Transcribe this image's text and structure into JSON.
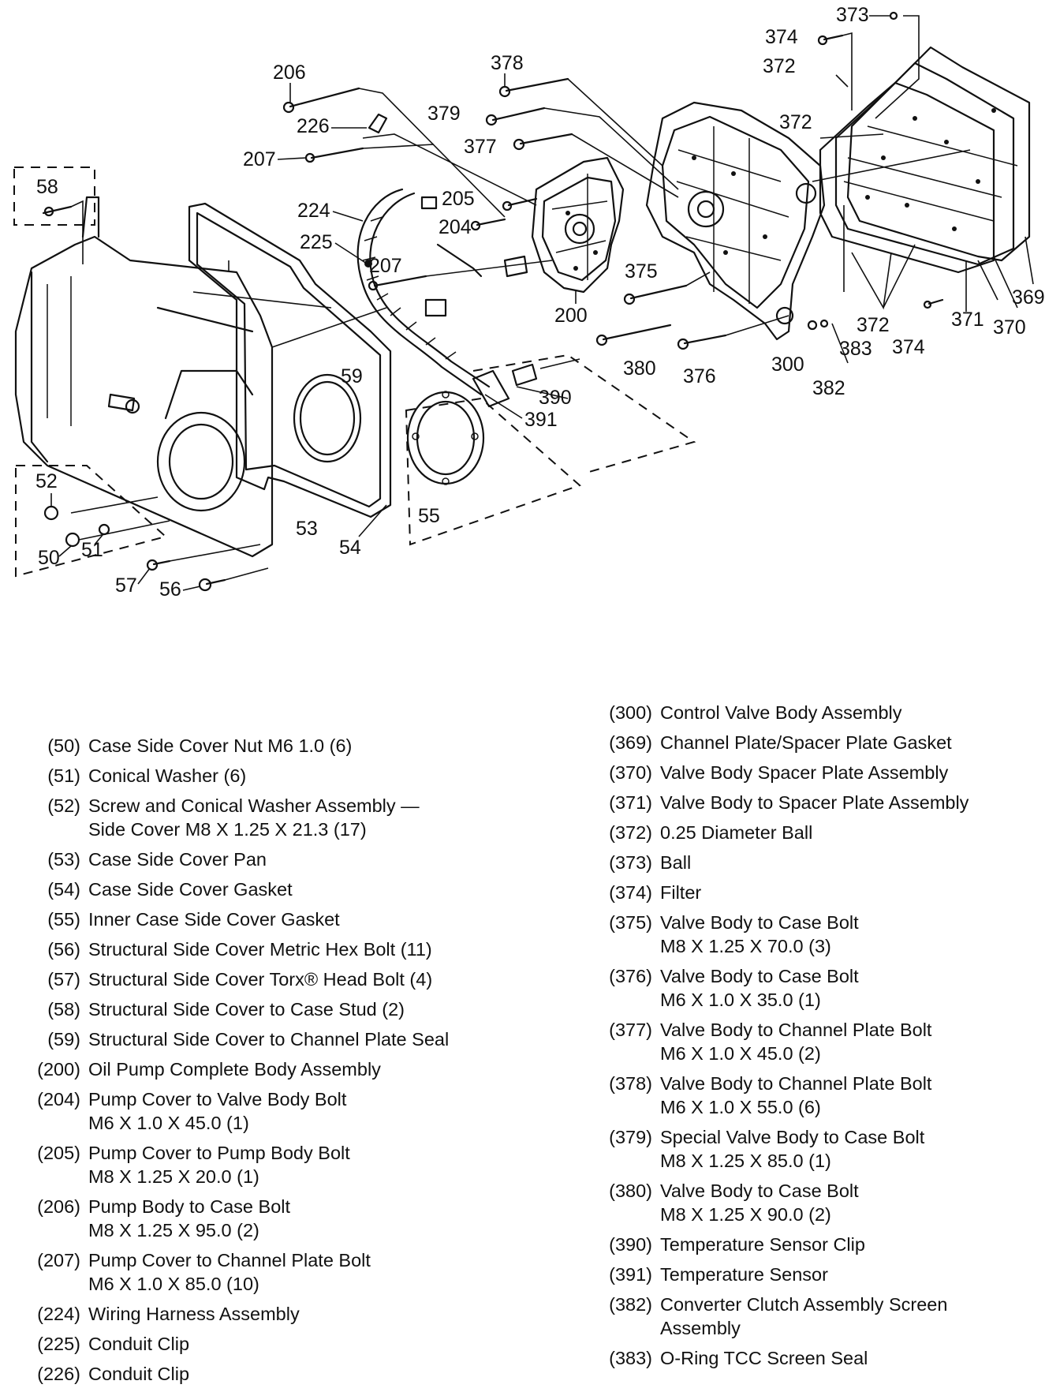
{
  "callouts": {
    "c373": "373",
    "c374": "374",
    "c372a": "372",
    "c206": "206",
    "c378": "378",
    "c379": "379",
    "c226": "226",
    "c377": "377",
    "c372b": "372",
    "c207a": "207",
    "c58": "58",
    "c205": "205",
    "c224": "224",
    "c204": "204",
    "c225": "225",
    "c207b": "207",
    "c375": "375",
    "c369": "369",
    "c200": "200",
    "c372c": "372",
    "c371": "371",
    "c370": "370",
    "c383": "383",
    "c374b": "374",
    "c380": "380",
    "c376": "376",
    "c300": "300",
    "c382": "382",
    "c59": "59",
    "c390": "390",
    "c391": "391",
    "c52": "52",
    "c55": "55",
    "c53": "53",
    "c50": "50",
    "c51": "51",
    "c54": "54",
    "c57": "57",
    "c56": "56"
  },
  "legend_left": [
    {
      "num": "(50)",
      "text": "Case Side Cover Nut M6 1.0 (6)"
    },
    {
      "num": "(51)",
      "text": "Conical Washer (6)"
    },
    {
      "num": "(52)",
      "text": "Screw and Conical Washer Assembly —\nSide Cover M8 X 1.25 X 21.3 (17)"
    },
    {
      "num": "(53)",
      "text": "Case Side Cover Pan"
    },
    {
      "num": "(54)",
      "text": "Case Side Cover Gasket"
    },
    {
      "num": "(55)",
      "text": "Inner Case Side Cover Gasket"
    },
    {
      "num": "(56)",
      "text": "Structural Side Cover Metric Hex Bolt (11)"
    },
    {
      "num": "(57)",
      "text": "Structural Side Cover Torx® Head Bolt (4)"
    },
    {
      "num": "(58)",
      "text": "Structural Side Cover to Case Stud (2)"
    },
    {
      "num": "(59)",
      "text": "Structural Side Cover to Channel Plate Seal"
    },
    {
      "num": "(200)",
      "text": "Oil Pump Complete Body Assembly"
    },
    {
      "num": "(204)",
      "text": "Pump Cover to Valve Body Bolt\nM6 X 1.0 X 45.0 (1)"
    },
    {
      "num": "(205)",
      "text": "Pump Cover to Pump Body Bolt\nM8 X 1.25 X 20.0 (1)"
    },
    {
      "num": "(206)",
      "text": "Pump Body to Case Bolt\nM8 X 1.25 X 95.0 (2)"
    },
    {
      "num": "(207)",
      "text": "Pump Cover to Channel Plate Bolt\nM6 X 1.0 X 85.0 (10)"
    },
    {
      "num": "(224)",
      "text": "Wiring Harness Assembly"
    },
    {
      "num": "(225)",
      "text": "Conduit Clip"
    },
    {
      "num": "(226)",
      "text": "Conduit Clip"
    }
  ],
  "legend_right": [
    {
      "num": "(300)",
      "text": "Control Valve Body Assembly"
    },
    {
      "num": "(369)",
      "text": "Channel Plate/Spacer Plate Gasket"
    },
    {
      "num": "(370)",
      "text": "Valve Body Spacer Plate Assembly"
    },
    {
      "num": "(371)",
      "text": "Valve Body to Spacer Plate Assembly"
    },
    {
      "num": "(372)",
      "text": "0.25 Diameter Ball"
    },
    {
      "num": "(373)",
      "text": "Ball"
    },
    {
      "num": "(374)",
      "text": "Filter"
    },
    {
      "num": "(375)",
      "text": "Valve Body to Case Bolt\nM8 X 1.25 X 70.0 (3)"
    },
    {
      "num": "(376)",
      "text": "Valve Body to Case Bolt\nM6 X 1.0 X 35.0 (1)"
    },
    {
      "num": "(377)",
      "text": "Valve Body to Channel Plate Bolt\nM6 X 1.0 X 45.0 (2)"
    },
    {
      "num": "(378)",
      "text": "Valve Body to Channel Plate Bolt\nM6 X 1.0 X 55.0 (6)"
    },
    {
      "num": "(379)",
      "text": "Special Valve Body to Case Bolt\nM8 X 1.25 X 85.0 (1)"
    },
    {
      "num": "(380)",
      "text": "Valve Body to Case Bolt\nM8 X 1.25 X 90.0 (2)"
    },
    {
      "num": "(390)",
      "text": "Temperature Sensor Clip"
    },
    {
      "num": "(391)",
      "text": "Temperature Sensor"
    },
    {
      "num": "(382)",
      "text": "Converter Clutch Assembly Screen\nAssembly"
    },
    {
      "num": "(383)",
      "text": "O-Ring TCC Screen Seal"
    }
  ]
}
